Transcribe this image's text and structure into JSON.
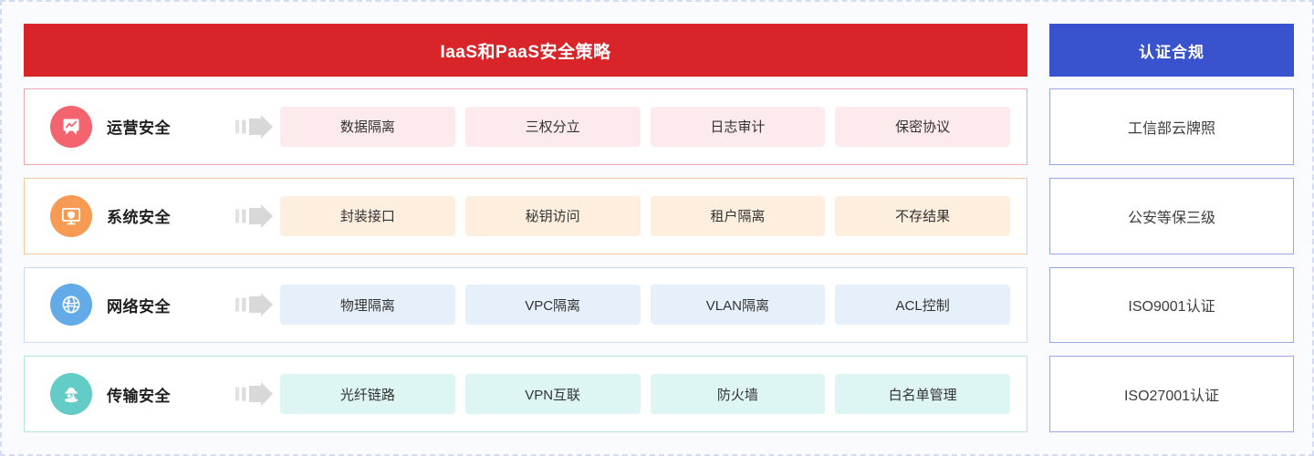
{
  "main": {
    "header_title": "IaaS和PaaS安全策略",
    "header_color": "#d9252a",
    "rows": [
      {
        "icon": "presentation-chart-icon",
        "label": "运营安全",
        "accent": "#f4646e",
        "border": "#f0a8ad",
        "tag_bg": "#fdeaec",
        "tags": [
          "数据隔离",
          "三权分立",
          "日志审计",
          "保密协议"
        ]
      },
      {
        "icon": "monitor-shield-icon",
        "label": "系统安全",
        "accent": "#f79b54",
        "border": "#f3c89c",
        "tag_bg": "#fdeedd",
        "tags": [
          "封装接口",
          "秘钥访问",
          "租户隔离",
          "不存结果"
        ]
      },
      {
        "icon": "globe-network-icon",
        "label": "网络安全",
        "accent": "#63abe8",
        "border": "#c9d9ef",
        "tag_bg": "#e6f0fa",
        "tags": [
          "物理隔离",
          "VPC隔离",
          "VLAN隔离",
          "ACL控制"
        ]
      },
      {
        "icon": "cloud-transfer-icon",
        "label": "传输安全",
        "accent": "#63ccc6",
        "border": "#b6e4e2",
        "tag_bg": "#ddf5f3",
        "tags": [
          "光纤链路",
          "VPN互联",
          "防火墙",
          "白名单管理"
        ]
      }
    ],
    "arrow_icon": "arrow-right-icon"
  },
  "certification": {
    "header_title": "认证合规",
    "header_color": "#3853cd",
    "items": [
      "工信部云牌照",
      "公安等保三级",
      "ISO9001认证",
      "ISO27001认证"
    ]
  }
}
